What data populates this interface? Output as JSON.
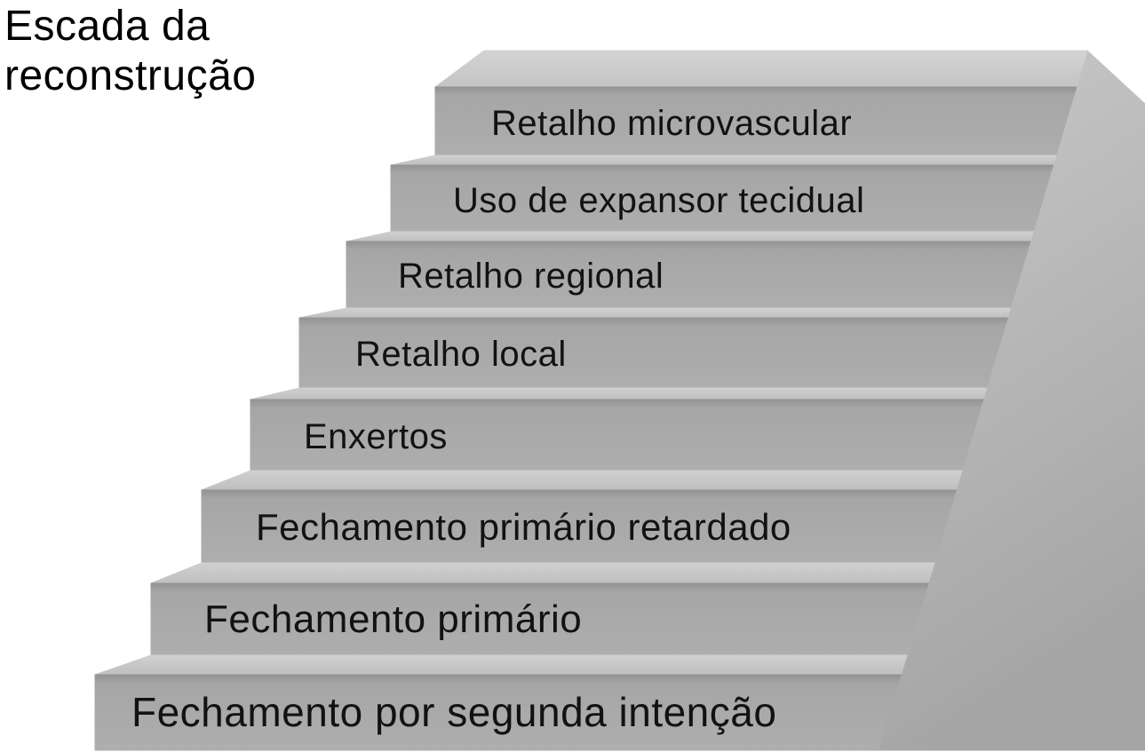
{
  "title": "Escada da\nreconstrução",
  "diagram": {
    "type": "staircase-diagram",
    "description_order": "bottom-to-top",
    "steps": [
      {
        "level": 1,
        "label": "Fechamento por segunda intenção"
      },
      {
        "level": 2,
        "label": "Fechamento primário"
      },
      {
        "level": 3,
        "label": "Fechamento primário retardado"
      },
      {
        "level": 4,
        "label": "Enxertos"
      },
      {
        "level": 5,
        "label": "Retalho local"
      },
      {
        "level": 6,
        "label": "Retalho regional"
      },
      {
        "level": 7,
        "label": "Uso de expansor tecidual"
      },
      {
        "level": 8,
        "label": "Retalho microvascular"
      }
    ],
    "colors": {
      "tread": "#c8c8c8",
      "riser": "#a8a8a8",
      "side_face": "#b5b5b5",
      "label_text": "#111111",
      "background": "#ffffff"
    }
  }
}
